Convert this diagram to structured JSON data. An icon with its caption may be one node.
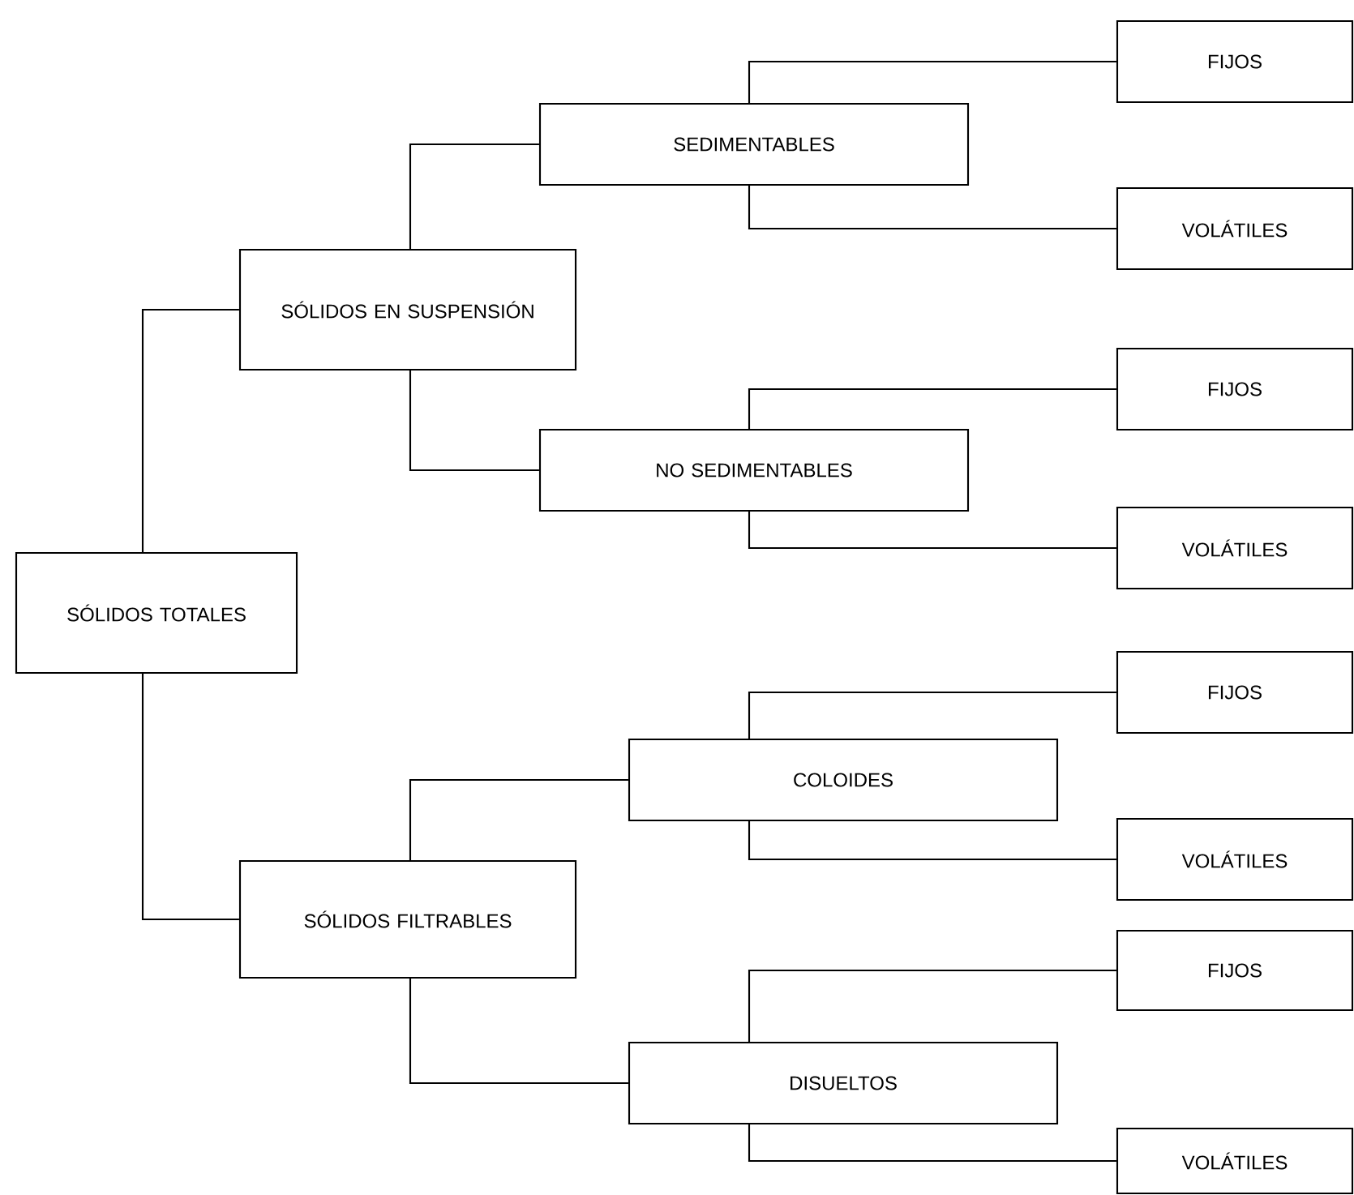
{
  "diagram": {
    "nodes": [
      {
        "text": [
          "SÓLIDOS TOTALES"
        ]
      },
      {
        "text": [
          "SÓLIDOS EN SUSPENSIÓN"
        ]
      },
      {
        "text": [
          "SÓLIDOS FILTRABLES"
        ]
      },
      {
        "text": [
          "SEDIMENTABLES"
        ]
      },
      {
        "text": [
          "NO SEDIMENTABLES"
        ]
      },
      {
        "text": [
          "COLOIDES"
        ]
      },
      {
        "text": [
          "DISUELTOS"
        ]
      },
      {
        "text": [
          "FIJOS"
        ]
      },
      {
        "text": [
          "VOLÁTILES"
        ]
      },
      {
        "text": [
          "FIJOS"
        ]
      },
      {
        "text": [
          "VOLÁTILES"
        ]
      },
      {
        "text": [
          "FIJOS"
        ]
      },
      {
        "text": [
          "VOLÁTILES"
        ]
      },
      {
        "text": [
          "FIJOS"
        ]
      },
      {
        "text": [
          "VOLÁTILES"
        ]
      }
    ],
    "edges": [
      {
        "from": 0,
        "to": 1,
        "arrow": "none"
      },
      {
        "from": 0,
        "to": 2,
        "arrow": "none"
      },
      {
        "from": 1,
        "to": 3,
        "arrow": "none"
      },
      {
        "from": 1,
        "to": 4,
        "arrow": "none"
      },
      {
        "from": 2,
        "to": 5,
        "arrow": "none"
      },
      {
        "from": 2,
        "to": 6,
        "arrow": "none"
      },
      {
        "from": 3,
        "to": 7,
        "arrow": "none"
      },
      {
        "from": 3,
        "to": 8,
        "arrow": "none"
      },
      {
        "from": 4,
        "to": 9,
        "arrow": "none"
      },
      {
        "from": 4,
        "to": 10,
        "arrow": "none"
      },
      {
        "from": 5,
        "to": 11,
        "arrow": "none"
      },
      {
        "from": 5,
        "to": 12,
        "arrow": "none"
      },
      {
        "from": 6,
        "to": 13,
        "arrow": "none"
      },
      {
        "from": 6,
        "to": 14,
        "arrow": "none"
      }
    ]
  }
}
